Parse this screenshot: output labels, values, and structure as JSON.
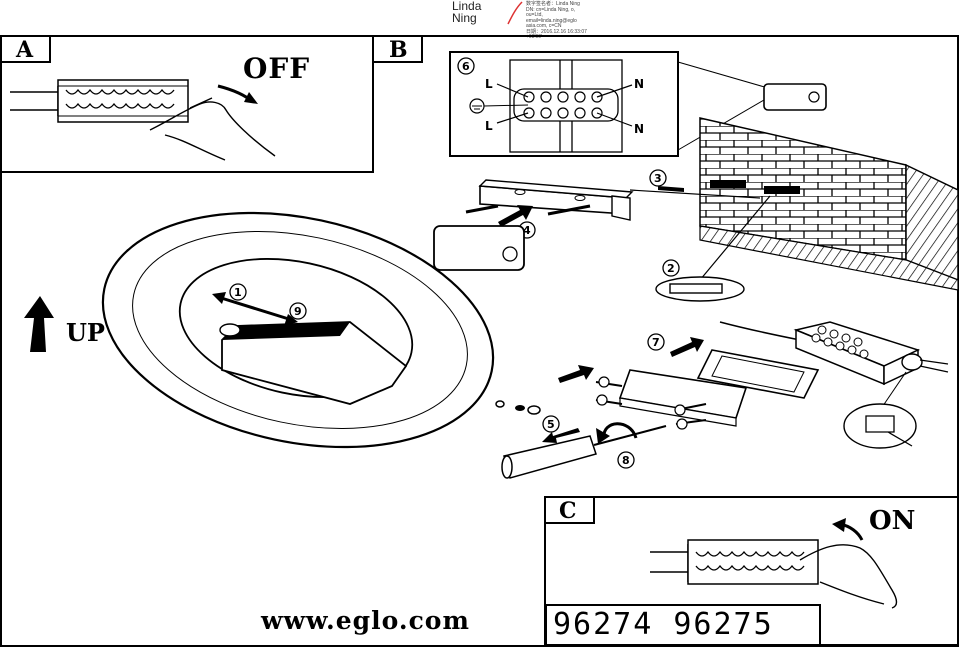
{
  "signer": {
    "name_line1": "Linda",
    "name_line2": "Ning",
    "detail_lines": [
      "数字签名者：Linda Ning",
      "DN: cn=Linda Ning, o,",
      "ou=Ltd,",
      "email=linda.ning@eglo",
      "asia.com, c=CN",
      "日期：2016.12.16 16:33:07",
      "+08'00'"
    ]
  },
  "panels": {
    "a": {
      "letter": "A",
      "switch_label": "OFF"
    },
    "b": {
      "letter": "B"
    },
    "c": {
      "letter": "C",
      "switch_label": "ON"
    }
  },
  "terminal_labels": {
    "live_top": "L",
    "live_bottom": "L",
    "neutral_top": "N",
    "neutral_bottom": "N"
  },
  "steps": [
    "1",
    "2",
    "3",
    "4",
    "5",
    "6",
    "7",
    "8",
    "9"
  ],
  "orientation_label": "UP",
  "website": "www.eglo.com",
  "model_numbers": "96274  96275"
}
